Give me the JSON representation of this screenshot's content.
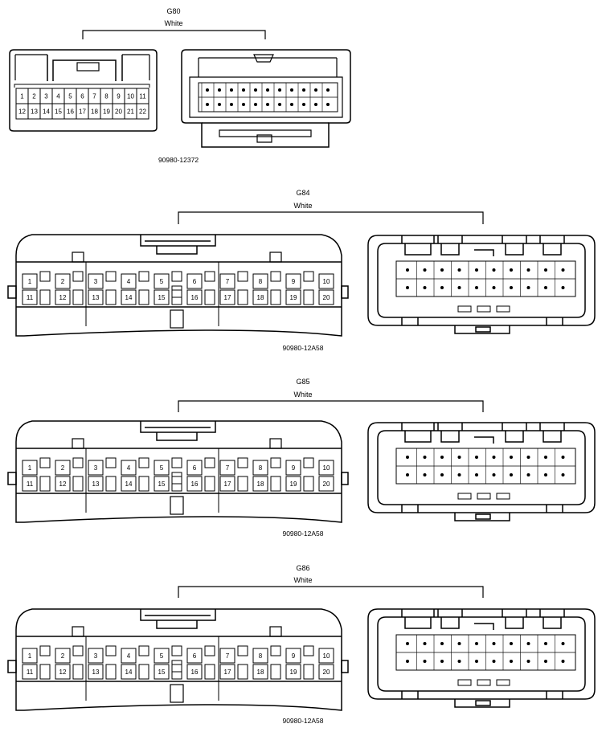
{
  "connectors": [
    {
      "id": "g80",
      "name": "G80",
      "color": "White",
      "part_number": "90980-12372",
      "front_pins": [
        "1",
        "2",
        "3",
        "4",
        "5",
        "6",
        "7",
        "8",
        "9",
        "10",
        "11",
        "12",
        "13",
        "14",
        "15",
        "16",
        "17",
        "18",
        "19",
        "20",
        "21",
        "22"
      ]
    },
    {
      "id": "g84",
      "name": "G84",
      "color": "White",
      "part_number": "90980-12A58",
      "front_pins": [
        "1",
        "2",
        "3",
        "4",
        "5",
        "6",
        "7",
        "8",
        "9",
        "10",
        "11",
        "12",
        "13",
        "14",
        "15",
        "16",
        "17",
        "18",
        "19",
        "20"
      ]
    },
    {
      "id": "g85",
      "name": "G85",
      "color": "White",
      "part_number": "90980-12A58",
      "front_pins": [
        "1",
        "2",
        "3",
        "4",
        "5",
        "6",
        "7",
        "8",
        "9",
        "10",
        "11",
        "12",
        "13",
        "14",
        "15",
        "16",
        "17",
        "18",
        "19",
        "20"
      ]
    },
    {
      "id": "g86",
      "name": "G86",
      "color": "White",
      "part_number": "90980-12A58",
      "front_pins": [
        "1",
        "2",
        "3",
        "4",
        "5",
        "6",
        "7",
        "8",
        "9",
        "10",
        "11",
        "12",
        "13",
        "14",
        "15",
        "16",
        "17",
        "18",
        "19",
        "20"
      ]
    }
  ]
}
